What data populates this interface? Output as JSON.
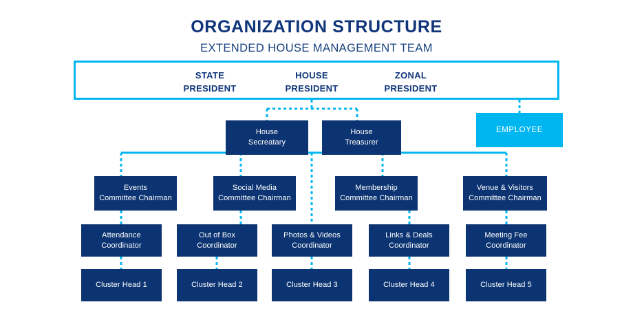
{
  "header": {
    "title": "ORGANIZATION STRUCTURE",
    "subtitle": "EXTENDED HOUSE MANAGEMENT TEAM"
  },
  "colors": {
    "navy": "#0C3472",
    "cyan": "#00B6F0",
    "title_navy": "#10357A",
    "background": "#FFFFFF",
    "box_text": "#FFFFFF"
  },
  "banner": {
    "presidents": [
      {
        "label": "STATE\nPRESIDENT"
      },
      {
        "label": "HOUSE\nPRESIDENT"
      },
      {
        "label": "ZONAL\nPRESIDENT"
      }
    ]
  },
  "tier_officers": [
    {
      "label": "House\nSecreatary"
    },
    {
      "label": "House\nTreasurer"
    }
  ],
  "employee": {
    "label": "EMPLOYEE"
  },
  "tier_chairmen": [
    {
      "label": "Events\nCommittee Chairman"
    },
    {
      "label": "Social Media\nCommittee Chairman"
    },
    {
      "label": "Membership\nCommittee Chairman"
    },
    {
      "label": "Venue & Visitors\nCommittee Chairman"
    }
  ],
  "tier_coordinators": [
    {
      "label": "Attendance\nCoordinator"
    },
    {
      "label": "Out of Box\nCoordinator"
    },
    {
      "label": "Photos & Videos\nCoordinator"
    },
    {
      "label": "Links & Deals\nCoordinator"
    },
    {
      "label": "Meeting Fee\nCoordinator"
    }
  ],
  "tier_clusters": [
    {
      "label": "Cluster Head 1"
    },
    {
      "label": "Cluster Head 2"
    },
    {
      "label": "Cluster Head 3"
    },
    {
      "label": "Cluster Head 4"
    },
    {
      "label": "Cluster Head 5"
    }
  ]
}
